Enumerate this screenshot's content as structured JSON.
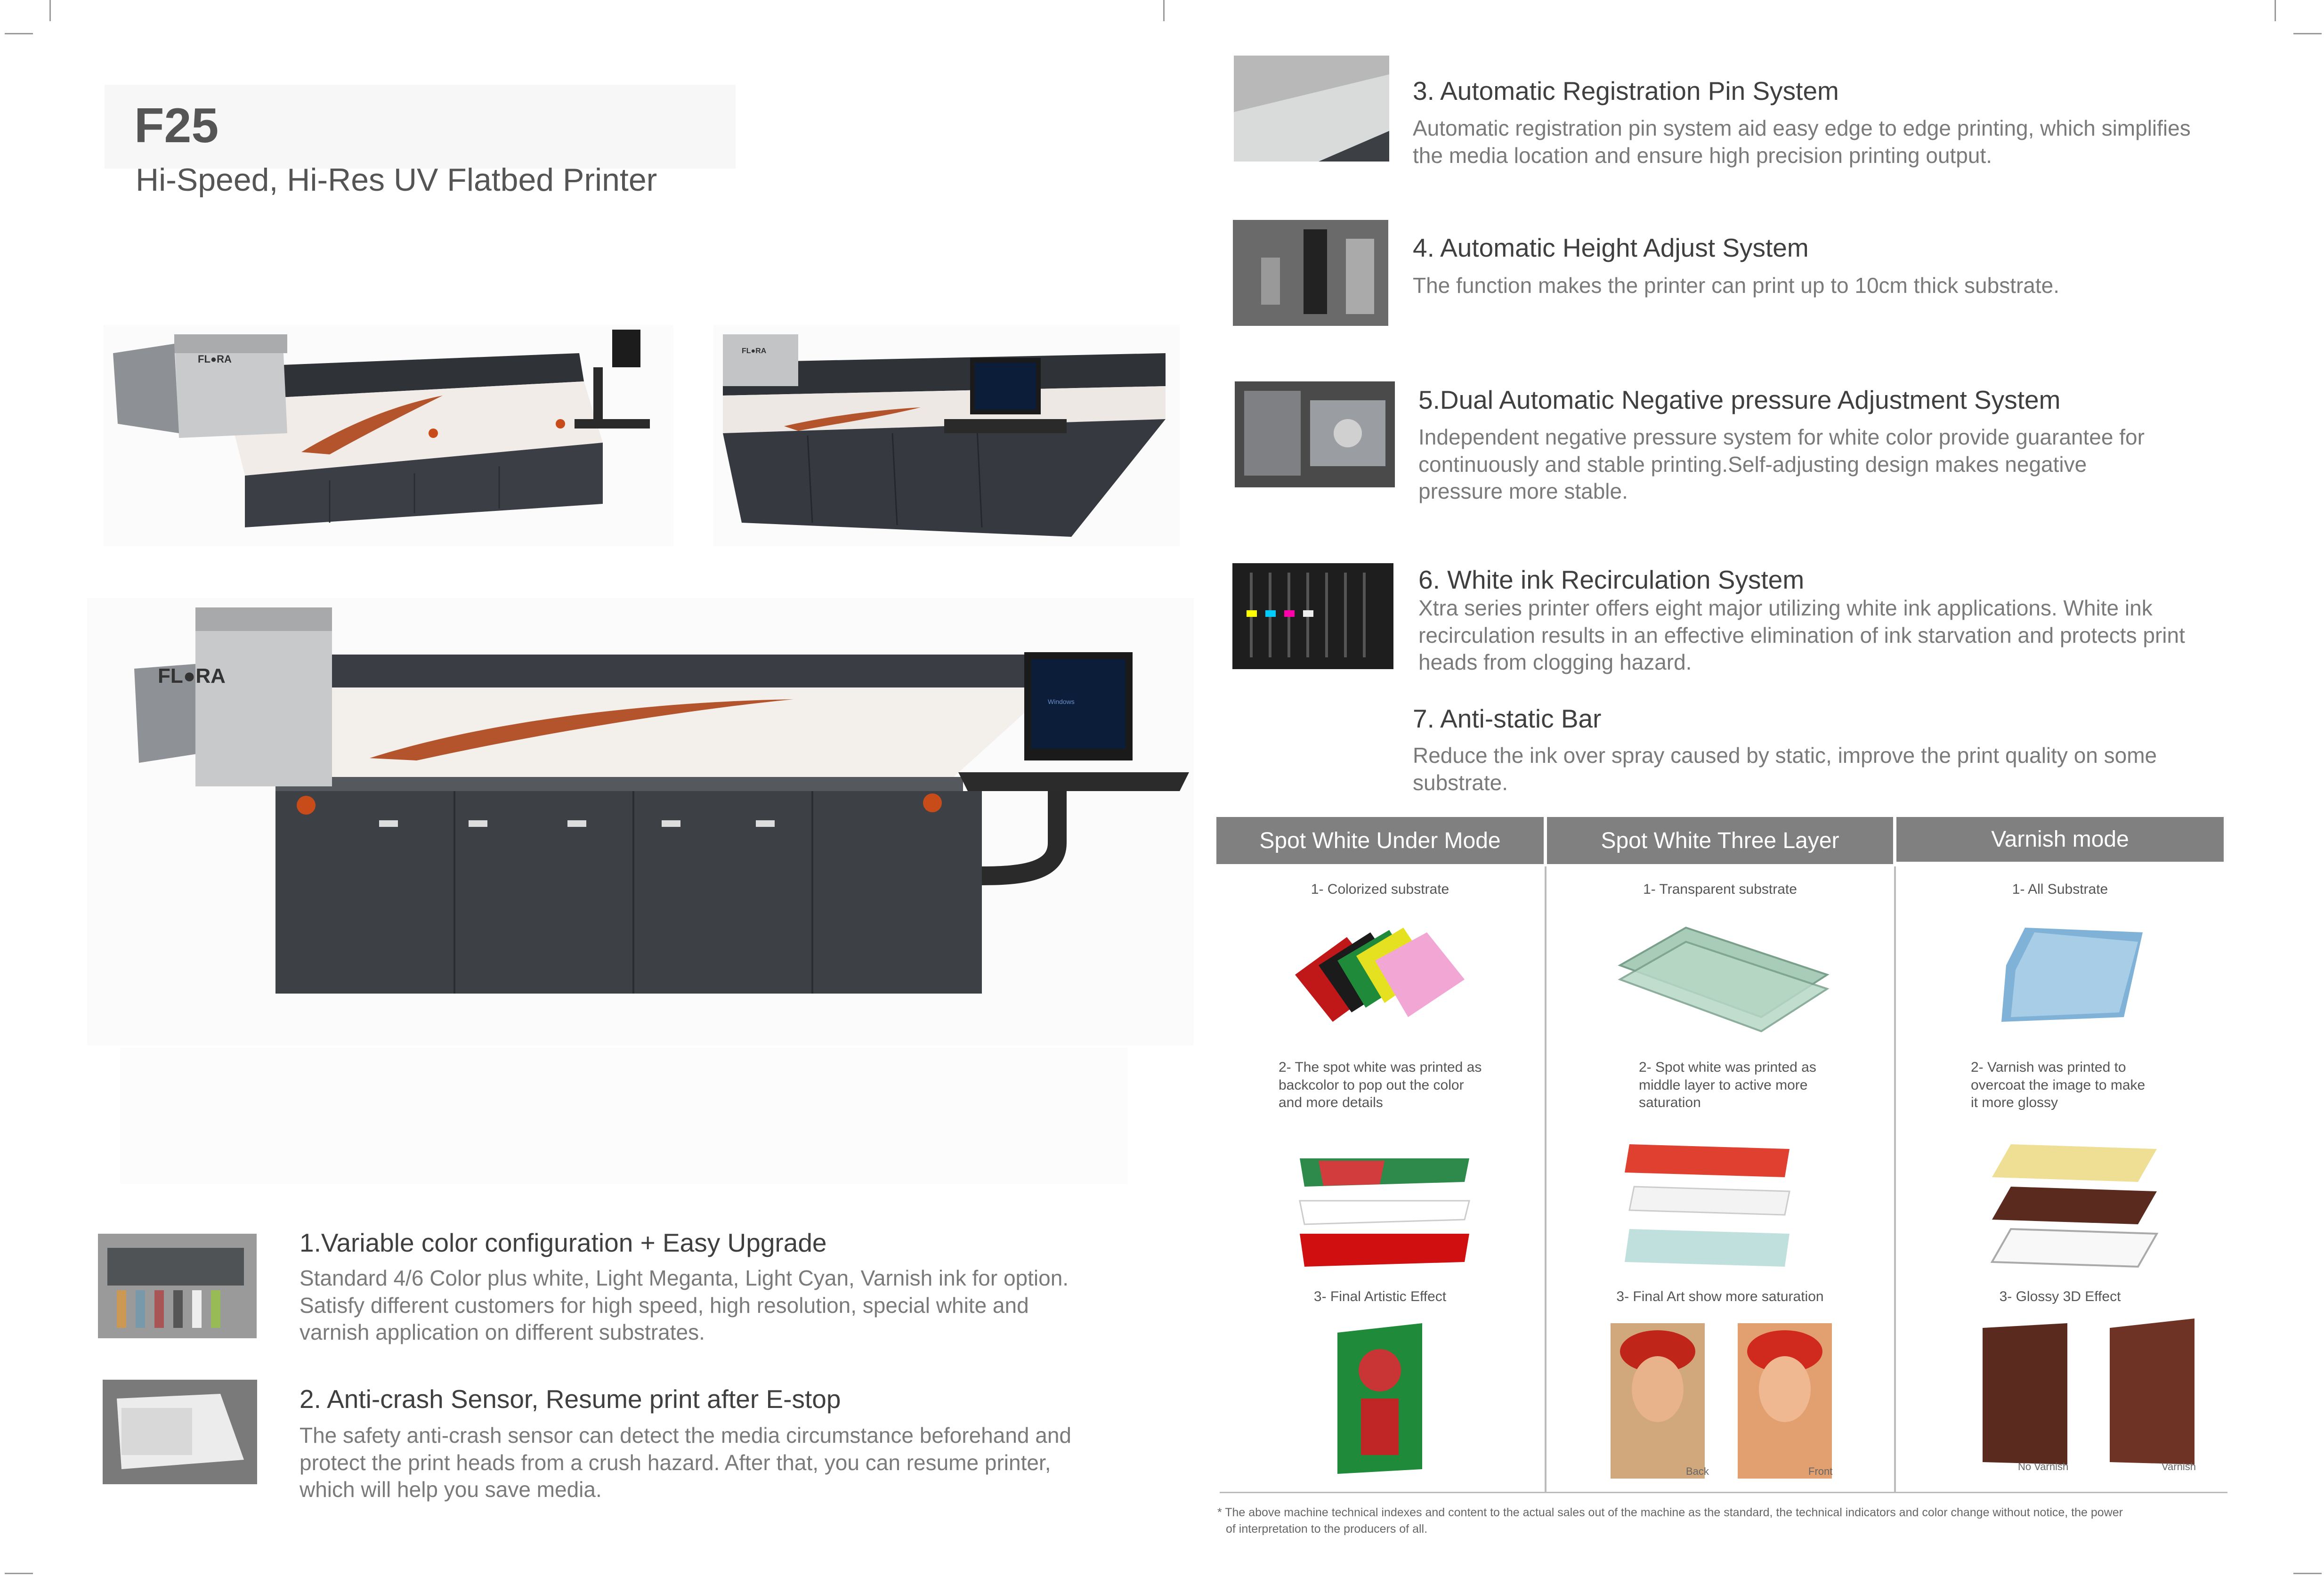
{
  "header": {
    "model": "F25",
    "subtitle": "Hi-Speed, Hi-Res UV Flatbed Printer"
  },
  "brand": {
    "logo_text": "FL●RA",
    "monitor_text": "Windows"
  },
  "features_left": [
    {
      "title": "1.Variable color configuration + Easy Upgrade",
      "lines": [
        "Standard 4/6 Color plus white, Light Meganta, Light Cyan, Varnish ink for option.",
        "Satisfy different customers for high speed, high resolution, special white and",
        "varnish application on different substrates."
      ]
    },
    {
      "title": "2. Anti-crash Sensor, Resume print after E-stop",
      "lines": [
        "The safety anti-crash sensor can detect the media circumstance beforehand and",
        "protect the print heads from a crush hazard. After that, you can resume printer,",
        "which will help you save media."
      ]
    }
  ],
  "features_right": [
    {
      "title": "3. Automatic Registration Pin System",
      "lines": [
        "Automatic registration pin system aid easy edge to edge printing, which simplifies",
        "the media location and ensure high precision printing output."
      ]
    },
    {
      "title": "4. Automatic Height Adjust System",
      "lines": [
        "The function makes the printer can print up to 10cm thick substrate."
      ]
    },
    {
      "title": "5.Dual Automatic Negative pressure Adjustment System",
      "lines": [
        "Independent negative pressure system for white color provide guarantee for",
        "continuously and stable printing.Self-adjusting design makes negative",
        "pressure more stable."
      ]
    },
    {
      "title": "6. White ink Recirculation System",
      "lines": [
        "Xtra series printer offers eight major utilizing white ink applications. White ink",
        "recirculation results in an effective elimination of ink starvation and protects print",
        "heads from clogging hazard."
      ]
    },
    {
      "title": "7. Anti-static Bar",
      "lines": [
        "Reduce the ink over spray caused by static, improve the print quality on some",
        "substrate."
      ]
    }
  ],
  "modes": [
    {
      "name": "Spot White Under Mode",
      "step1": "1- Colorized substrate",
      "step2": [
        "2- The spot white was printed as",
        "backcolor to pop out the color",
        "and more details"
      ],
      "step3": "3- Final Artistic Effect",
      "labels": []
    },
    {
      "name": "Spot White Three Layer",
      "step1": "1- Transparent substrate",
      "step2": [
        "2- Spot white was printed as",
        "middle layer to active more",
        "saturation"
      ],
      "step3": "3- Final Art show more saturation",
      "labels": [
        "Back",
        "Front"
      ]
    },
    {
      "name": "Varnish mode",
      "step1": "1- All Substrate",
      "step2": [
        "2- Varnish was printed to",
        "overcoat the image to make",
        "it more glossy"
      ],
      "step3": "3- Glossy 3D Effect",
      "labels": [
        "No Varnish",
        "Varnish"
      ]
    }
  ],
  "footnote": [
    "* The above machine technical indexes and content to the actual sales out of the machine as the standard, the technical indicators and color change without notice, the power",
    "of interpretation to the producers of all."
  ]
}
